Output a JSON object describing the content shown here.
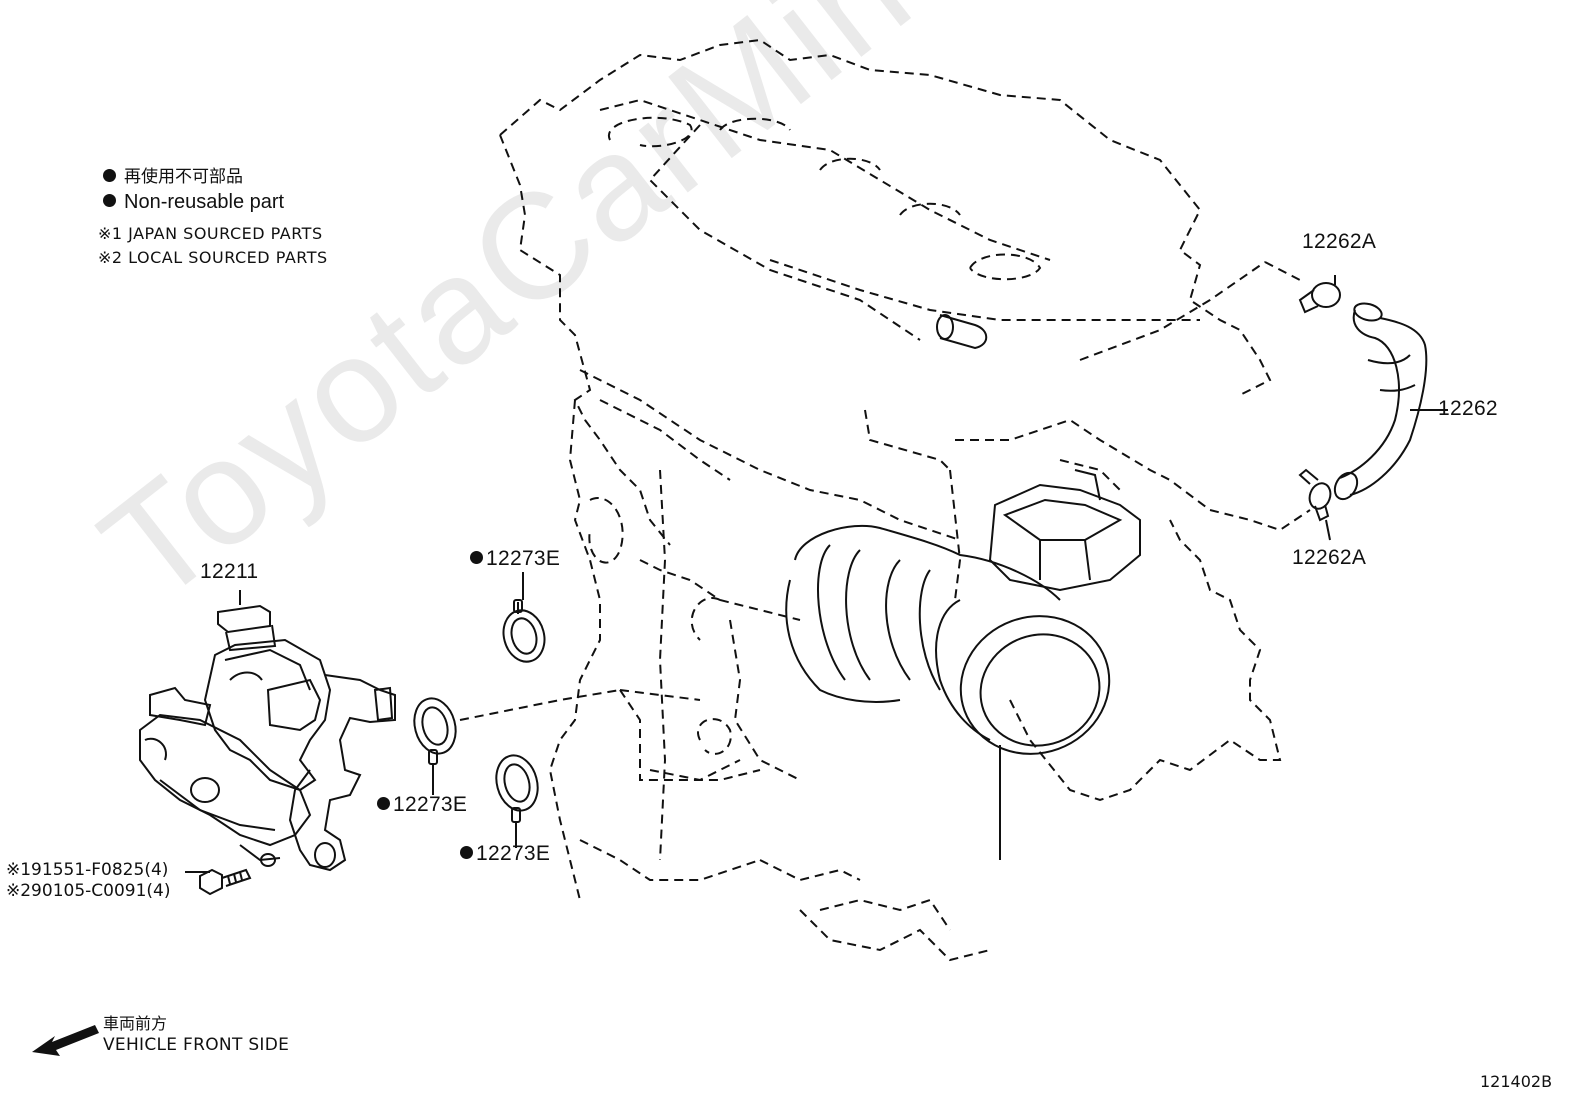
{
  "legend": {
    "non_reusable_jp": "再使用不可部品",
    "non_reusable_en": "Non-reusable part",
    "note1": "※1 JAPAN SOURCED PARTS",
    "note2": "※2 LOCAL SOURCED PARTS"
  },
  "parts": {
    "p12211": "12211",
    "p12273E_top": "12273E",
    "p12273E_mid": "12273E",
    "p12273E_bot": "12273E",
    "p12262A_top": "12262A",
    "p12262": "12262",
    "p12262A_bot": "12262A",
    "bolt1": "※191551-F0825(4)",
    "bolt2": "※290105-C0091(4)"
  },
  "direction": {
    "jp": "車両前方",
    "en": "VEHICLE FRONT SIDE",
    "arrow_icon": "arrow-left-down-icon"
  },
  "figure_id": "121402B",
  "watermark": "ToyotaCarMine.ru"
}
